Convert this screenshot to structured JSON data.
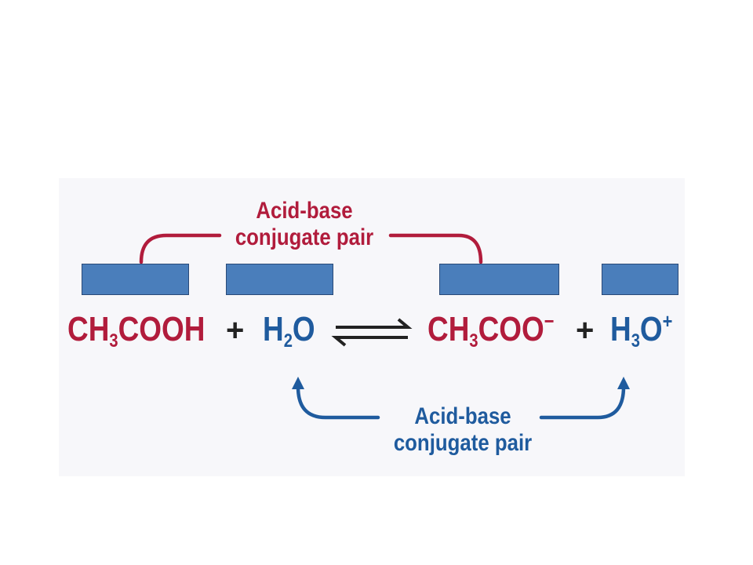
{
  "top_pair": {
    "line1": "Acid-base",
    "line2": "conjugate pair"
  },
  "bottom_pair": {
    "line1": "Acid-base",
    "line2": "conjugate pair"
  },
  "equation": {
    "acid": {
      "main": "CH",
      "sub": "3",
      "rest": "COOH"
    },
    "plus_1": "+",
    "base": {
      "main": "H",
      "sub": "2",
      "rest": "O"
    },
    "conj_base": {
      "main": "CH",
      "sub": "3",
      "rest": "COO",
      "sup": "−"
    },
    "plus_2": "+",
    "conj_acid": {
      "main": "H",
      "sub": "3",
      "rest": "O",
      "sup": "+"
    }
  },
  "colors": {
    "acid_red": "#b11c3c",
    "base_blue": "#1f5b9e",
    "box_fill": "#4a7ebb"
  }
}
